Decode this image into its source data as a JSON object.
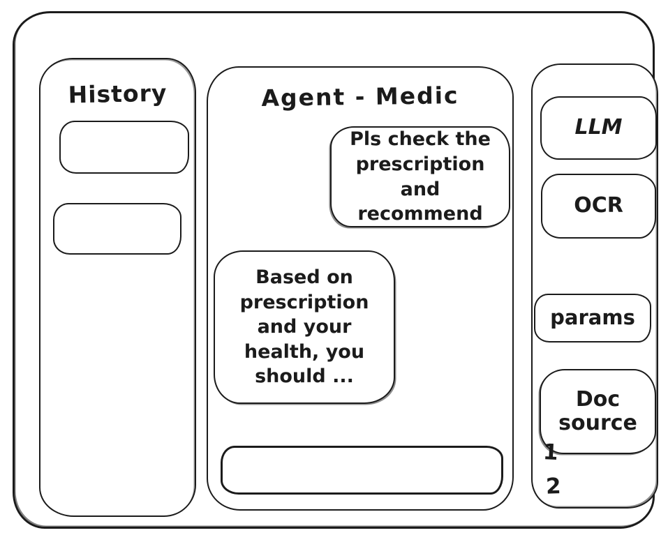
{
  "colors": {
    "stroke": "#1b1b1b",
    "background": "#ffffff"
  },
  "window": {
    "history_panel": {
      "title": "History",
      "items": [
        "",
        ""
      ]
    },
    "chat_panel": {
      "title": "Agent - Medic",
      "messages": [
        {
          "role": "user",
          "text": "Pls check the prescription and recommend"
        },
        {
          "role": "assistant",
          "text": "Based on prescription and your health, you should ..."
        }
      ],
      "input_value": ""
    },
    "tools_panel": {
      "buttons": [
        {
          "label": "LLM"
        },
        {
          "label": "OCR"
        },
        {
          "label": "params"
        },
        {
          "label": "Doc source"
        }
      ],
      "doc_list": [
        "1",
        "2"
      ]
    }
  }
}
